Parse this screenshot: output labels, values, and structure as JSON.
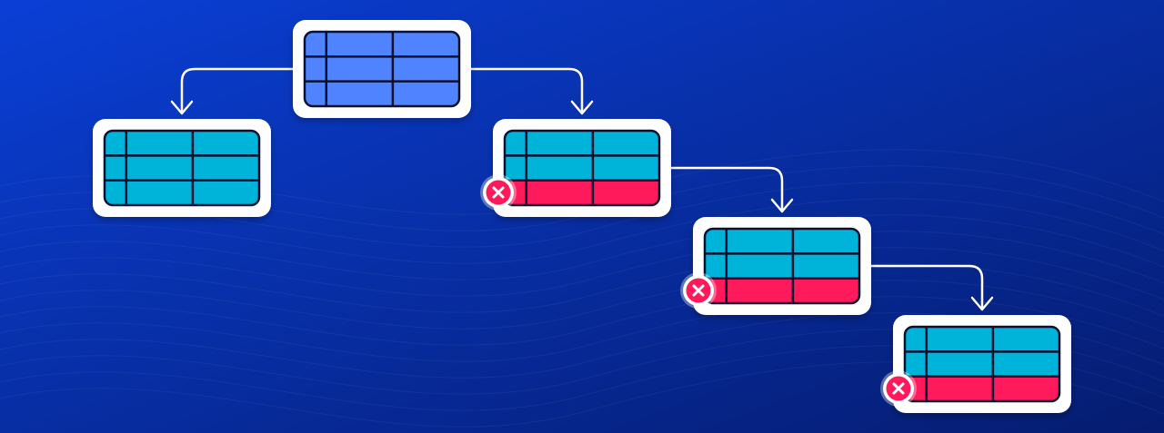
{
  "colors": {
    "background_top_left": "#0a3fd6",
    "background_bottom_right": "#051c70",
    "card": "#ffffff",
    "table_root": "#4f83ff",
    "table_row": "#00b3d8",
    "table_error_row": "#ff1a5c",
    "table_lines": "#0b1030",
    "connector": "#ffffff",
    "error_badge": "#ff1a5c",
    "error_badge_ring": "#ffffff",
    "error_badge_glyph": "#ffffff"
  },
  "icons": {
    "error_badge": "close-icon",
    "connector_head": "arrow-down-icon"
  },
  "diagram": {
    "nodes": [
      {
        "id": "root",
        "variant": "root",
        "rows": 3,
        "cols": 3,
        "error_rows": 0,
        "has_error_badge": false
      },
      {
        "id": "left-child",
        "variant": "normal",
        "rows": 3,
        "cols": 3,
        "error_rows": 0,
        "has_error_badge": false
      },
      {
        "id": "right-child",
        "variant": "normal",
        "rows": 3,
        "cols": 3,
        "error_rows": 1,
        "has_error_badge": true
      },
      {
        "id": "grandchild",
        "variant": "normal",
        "rows": 3,
        "cols": 3,
        "error_rows": 1,
        "has_error_badge": true
      },
      {
        "id": "great-grandchild",
        "variant": "normal",
        "rows": 3,
        "cols": 3,
        "error_rows": 1,
        "has_error_badge": true
      }
    ],
    "edges": [
      {
        "from": "root",
        "to": "left-child",
        "direction": "left"
      },
      {
        "from": "root",
        "to": "right-child",
        "direction": "right"
      },
      {
        "from": "right-child",
        "to": "grandchild",
        "direction": "right"
      },
      {
        "from": "grandchild",
        "to": "great-grandchild",
        "direction": "right"
      }
    ]
  }
}
